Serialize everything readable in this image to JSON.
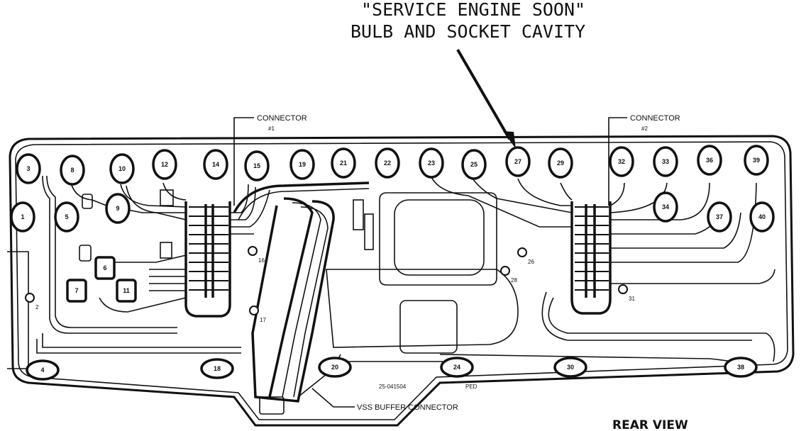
{
  "callout": {
    "line1": "\"SERVICE ENGINE SOON\"",
    "line2": "BULB AND SOCKET CAVITY"
  },
  "connector1": {
    "line1": "CONNECTOR",
    "line2": "#1"
  },
  "connector2": {
    "line1": "CONNECTOR",
    "line2": "#2"
  },
  "vss_label": "VSS BUFFER CONNECTOR",
  "part_number": "25-041504",
  "ped_label": "PED",
  "view_label": "REAR VIEW",
  "top_sockets": [
    {
      "id": "s3",
      "label": "3"
    },
    {
      "id": "s8",
      "label": "8"
    },
    {
      "id": "s10",
      "label": "10"
    },
    {
      "id": "s12",
      "label": "12"
    },
    {
      "id": "s14",
      "label": "14"
    },
    {
      "id": "s15",
      "label": "15"
    },
    {
      "id": "s19",
      "label": "19"
    },
    {
      "id": "s21",
      "label": "21"
    },
    {
      "id": "s22",
      "label": "22"
    },
    {
      "id": "s23",
      "label": "23"
    },
    {
      "id": "s25",
      "label": "25"
    },
    {
      "id": "s27",
      "label": "27"
    },
    {
      "id": "s29",
      "label": "29"
    },
    {
      "id": "s32",
      "label": "32"
    },
    {
      "id": "s33",
      "label": "33"
    },
    {
      "id": "s36",
      "label": "36"
    },
    {
      "id": "s39",
      "label": "39"
    }
  ],
  "mid_sockets": [
    {
      "id": "s1",
      "label": "1"
    },
    {
      "id": "s5",
      "label": "5"
    },
    {
      "id": "s9",
      "label": "9"
    },
    {
      "id": "s6",
      "label": "6"
    },
    {
      "id": "s7",
      "label": "7"
    },
    {
      "id": "s11",
      "label": "11"
    },
    {
      "id": "s34",
      "label": "34"
    },
    {
      "id": "s37",
      "label": "37"
    },
    {
      "id": "s40",
      "label": "40"
    }
  ],
  "bottom_sockets": [
    {
      "id": "s4",
      "label": "4"
    },
    {
      "id": "s18",
      "label": "18"
    },
    {
      "id": "s20",
      "label": "20"
    },
    {
      "id": "s24",
      "label": "24"
    },
    {
      "id": "s30",
      "label": "30"
    },
    {
      "id": "s38",
      "label": "38"
    }
  ],
  "screws": [
    {
      "id": "sc2",
      "label": "2"
    },
    {
      "id": "sc16",
      "label": "16"
    },
    {
      "id": "sc17",
      "label": "17"
    },
    {
      "id": "sc26",
      "label": "26"
    },
    {
      "id": "sc28",
      "label": "28"
    },
    {
      "id": "sc31",
      "label": "31"
    }
  ]
}
